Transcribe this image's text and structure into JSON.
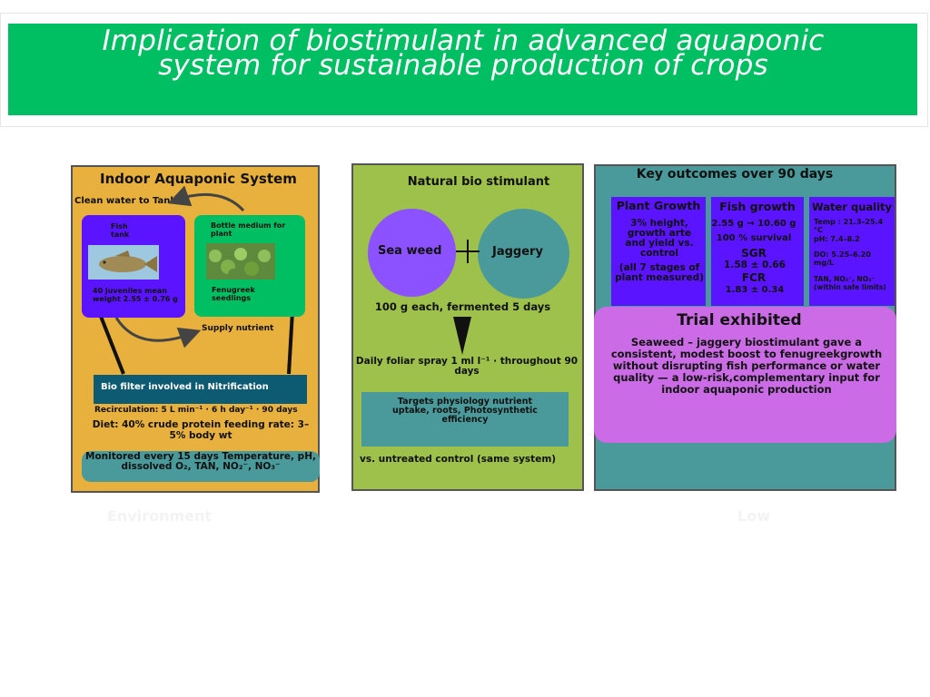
{
  "header": {
    "title": "Implication of biostimulant in advanced aquaponic system for sustainable production of crops"
  },
  "panel_system": {
    "title": "Indoor Aquaponic System",
    "clean_water": "Clean water to Tank",
    "fish_tank_label": "Fish tank",
    "fish_tank_note": "40 juveniles mean weight 2.55 ± 0.76 g",
    "bottle_label": "Bottle medium for plant",
    "bottle_note": "Fenugreek seedlings",
    "supply": "Supply nutrient",
    "biofilter": "Bio filter involved in Nitrification",
    "recirculation": "Recirculation: 5 L min⁻¹ · 6 h day⁻¹ · 90 days",
    "diet": "Diet: 40% crude protein feeding rate: 3–5% body wt",
    "monitor": "Monitored every 15 days Temperature, pH, dissolved O₂, TAN, NO₂⁻, NO₃⁻",
    "footer_ghost": "Environment"
  },
  "panel_stimulant": {
    "title": "Natural bio stimulant",
    "left_circle": "Sea weed",
    "right_circle": "Jaggery",
    "ferment": "100 g each, fermented 5 days",
    "spray": "Daily foliar spray 1 ml l⁻¹ · throughout 90 days",
    "targets": "Targets physiology nutrient uptake, roots, Photosynthetic efficiency",
    "control": "vs. untreated control (same system)"
  },
  "panel_outcomes": {
    "title": "Key outcomes over 90 days",
    "plant": {
      "heading": "Plant Growth",
      "line1": "3% height, growth arte and yield vs. control",
      "line2": "(all 7 stages of plant measured)"
    },
    "fish": {
      "heading": "Fish growth",
      "l1": "2.55 g → 10.60 g",
      "l2": "100 % survival",
      "sgr_label": "SGR",
      "sgr": "1.58 ± 0.66",
      "fcr_label": "FCR",
      "fcr": "1.83 ± 0.34"
    },
    "water": {
      "heading": "Water quality",
      "temp": "Temp : 21.3–25.4 °C",
      "ph": "pH: 7.4–8.2",
      "do": "DO: 5.25–6.20 mg/L",
      "tan": "TAN, NO₂⁻, NO₃⁻ (within safe limits)"
    },
    "trial_heading": "Trial exhibited",
    "trial_text": "Seaweed – jaggery biostimulant gave a consistent, modest boost to fenugreekgrowth without disrupting fish performance or water quality — a low-risk,complementary input for indoor aquaponic production",
    "footer_ghost": "Low"
  }
}
